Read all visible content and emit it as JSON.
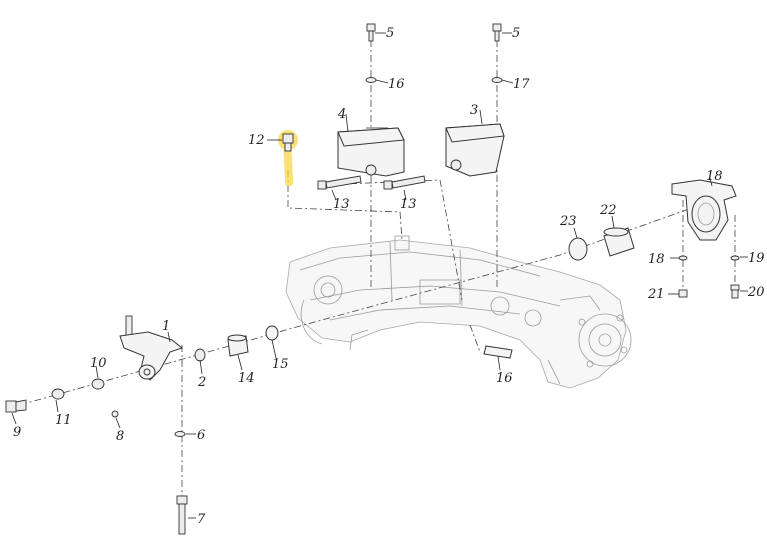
{
  "callouts": [
    {
      "id": "c1",
      "label": "1"
    },
    {
      "id": "c2",
      "label": "2"
    },
    {
      "id": "c3",
      "label": "3"
    },
    {
      "id": "c4",
      "label": "4"
    },
    {
      "id": "c5a",
      "label": "5"
    },
    {
      "id": "c5b",
      "label": "5"
    },
    {
      "id": "c6",
      "label": "6"
    },
    {
      "id": "c7",
      "label": "7"
    },
    {
      "id": "c8",
      "label": "8"
    },
    {
      "id": "c9",
      "label": "9"
    },
    {
      "id": "c10",
      "label": "10"
    },
    {
      "id": "c11",
      "label": "11"
    },
    {
      "id": "c12",
      "label": "12"
    },
    {
      "id": "c13a",
      "label": "13"
    },
    {
      "id": "c13b",
      "label": "13"
    },
    {
      "id": "c14",
      "label": "14"
    },
    {
      "id": "c15",
      "label": "15"
    },
    {
      "id": "c16a",
      "label": "16"
    },
    {
      "id": "c16b",
      "label": "16"
    },
    {
      "id": "c17",
      "label": "17"
    },
    {
      "id": "c18a",
      "label": "18"
    },
    {
      "id": "c18b",
      "label": "18"
    },
    {
      "id": "c19",
      "label": "19"
    },
    {
      "id": "c20",
      "label": "20"
    },
    {
      "id": "c21",
      "label": "21"
    },
    {
      "id": "c22",
      "label": "22"
    },
    {
      "id": "c23",
      "label": "23"
    }
  ],
  "highlight": {
    "part": "12",
    "color": "#f7d64a"
  }
}
